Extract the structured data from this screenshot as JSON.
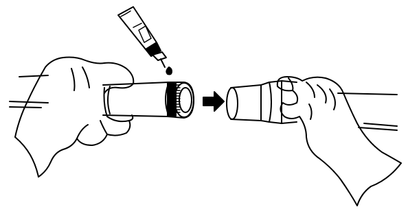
{
  "figure": {
    "type": "line-art illustration",
    "ink_color": "#000000",
    "paper_color": "#ffffff",
    "elements": {
      "left_hand": "hand-icon",
      "right_hand": "hand-icon",
      "left_tube": "tube-with-knurled-end",
      "right_tube": "tube-with-socket-end",
      "adhesive": "glue-tube-icon",
      "glue_drop": "drop-icon",
      "direction": "arrow-right-icon"
    }
  }
}
